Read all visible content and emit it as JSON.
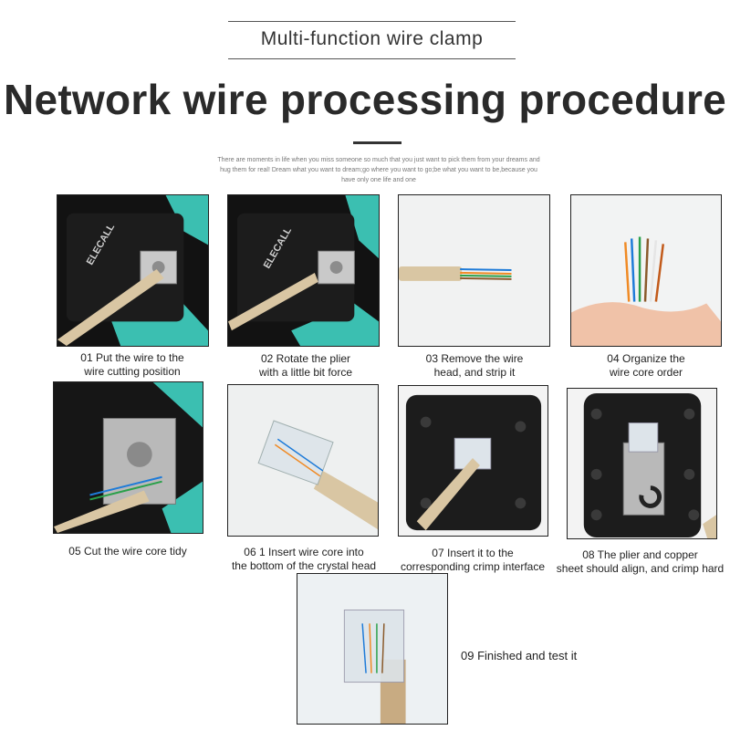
{
  "header": {
    "subtitle": "Multi-function wire clamp",
    "title": "Network wire processing procedure",
    "intro": "There are moments in life when you miss someone so much that you just want to pick them from your dreams and hug them for real! Dream what you want to dream;go where you want to go;be what you want to be,because you have only one life and one"
  },
  "brand": {
    "plier_logo": "ELECALL"
  },
  "colors": {
    "plier_accent": "#3bbfb1",
    "plier_body": "#1c1c1c",
    "cable": "#d9c6a3",
    "title": "#2a2a2a"
  },
  "steps": [
    {
      "caption_1": "01  Put the wire to the",
      "caption_2": "wire cutting position"
    },
    {
      "caption_1": "02  Rotate the plier",
      "caption_2": "with a little bit force"
    },
    {
      "caption_1": "03 Remove the wire",
      "caption_2": "head, and strip it"
    },
    {
      "caption_1": "04 Organize the",
      "caption_2": "wire core order"
    },
    {
      "caption_1": "05 Cut the wire core tidy"
    },
    {
      "caption_1": "06 1 Insert wire core into",
      "caption_2": "the bottom of the crystal head"
    },
    {
      "caption_1": "07 Insert it to the",
      "caption_2": "corresponding crimp interface"
    },
    {
      "caption_1": "08  The plier and copper",
      "caption_2": "sheet should align, and crimp hard"
    },
    {
      "caption_1": "09 Finished and test it"
    }
  ]
}
